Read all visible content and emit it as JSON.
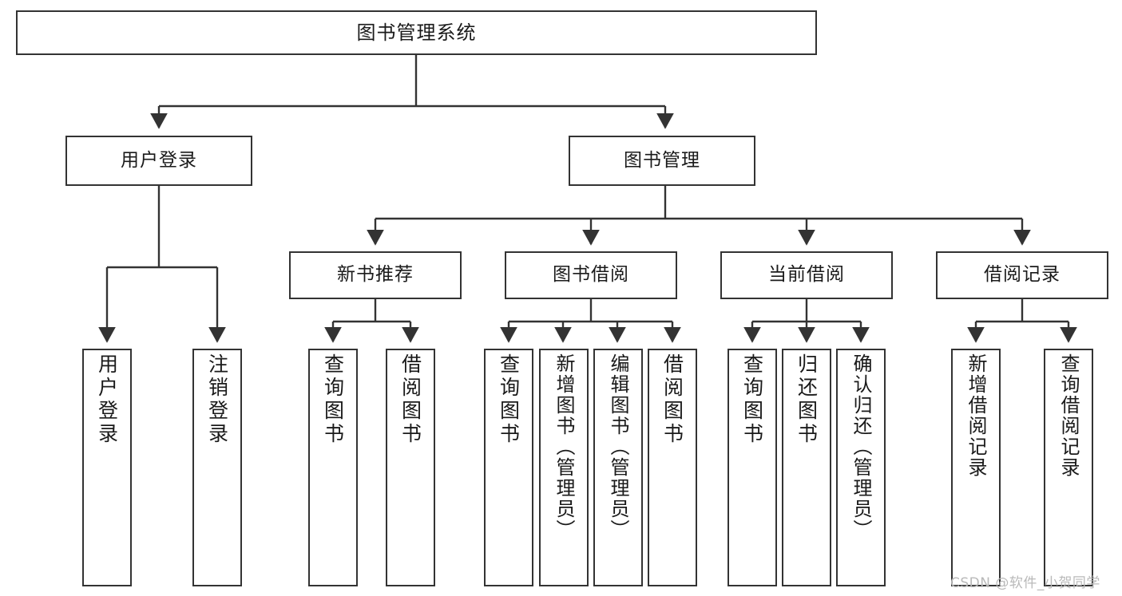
{
  "diagram": {
    "title": "图书管理系统",
    "type": "tree-hierarchy",
    "watermark": "CSDN @软件_小贺同学",
    "colors": {
      "node_border": "#333333",
      "node_fill": "#ffffff",
      "edge": "#333333",
      "text": "#1a1a1a",
      "watermark": "#b9b9b9",
      "background": "#ffffff"
    },
    "levels": {
      "level1": [
        "图书管理系统"
      ],
      "level2": [
        "用户登录",
        "图书管理"
      ],
      "level3": [
        "新书推荐",
        "图书借阅",
        "当前借阅",
        "借阅记录"
      ],
      "level4": [
        "用户登录",
        "注销登录",
        "查询图书",
        "借阅图书",
        "查询图书",
        "新增图书（管理员）",
        "编辑图书（管理员）",
        "借阅图书",
        "查询图书",
        "归还图书",
        "确认归还（管理员）",
        "新增借阅记录",
        "查询借阅记录"
      ]
    },
    "nodes": {
      "root": {
        "label": "图书管理系统"
      },
      "user_login": {
        "label": "用户登录"
      },
      "book_manage": {
        "label": "图书管理"
      },
      "new_book_rec": {
        "label": "新书推荐"
      },
      "book_borrow": {
        "label": "图书借阅"
      },
      "current_borrow": {
        "label": "当前借阅"
      },
      "borrow_record": {
        "label": "借阅记录"
      },
      "leaf_user_login": {
        "label": "用户登录"
      },
      "leaf_logout": {
        "label": "注销登录"
      },
      "leaf_query_book_1": {
        "label": "查询图书"
      },
      "leaf_borrow_book_1": {
        "label": "借阅图书"
      },
      "leaf_query_book_2": {
        "label": "查询图书"
      },
      "leaf_add_book": {
        "label": "新增图书（管理员）"
      },
      "leaf_edit_book": {
        "label": "编辑图书（管理员）"
      },
      "leaf_borrow_book_2": {
        "label": "借阅图书"
      },
      "leaf_query_book_3": {
        "label": "查询图书"
      },
      "leaf_return_book": {
        "label": "归还图书"
      },
      "leaf_confirm_return": {
        "label": "确认归还（管理员）"
      },
      "leaf_add_record": {
        "label": "新增借阅记录"
      },
      "leaf_query_record": {
        "label": "查询借阅记录"
      }
    }
  }
}
